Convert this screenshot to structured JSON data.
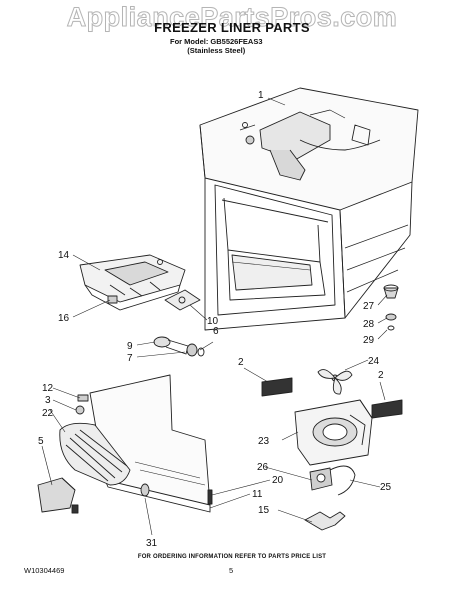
{
  "watermark": "AppliancePartsPros.com",
  "header": {
    "title": "FREEZER LINER PARTS",
    "model_line": "For Model: GB5526FEAS3",
    "finish": "(Stainless Steel)"
  },
  "callouts": [
    "1",
    "14",
    "16",
    "10",
    "9",
    "7",
    "6",
    "27",
    "28",
    "29",
    "2",
    "24",
    "2",
    "12",
    "3",
    "22",
    "5",
    "23",
    "26",
    "25",
    "20",
    "11",
    "15",
    "31"
  ],
  "footer": {
    "note": "FOR ORDERING INFORMATION REFER TO PARTS PRICE LIST",
    "doc_id": "W10304469",
    "page": "5"
  },
  "colors": {
    "line": "#222222",
    "shade": "#cfcfcf",
    "watermark_outline": "#b5b5b5"
  }
}
